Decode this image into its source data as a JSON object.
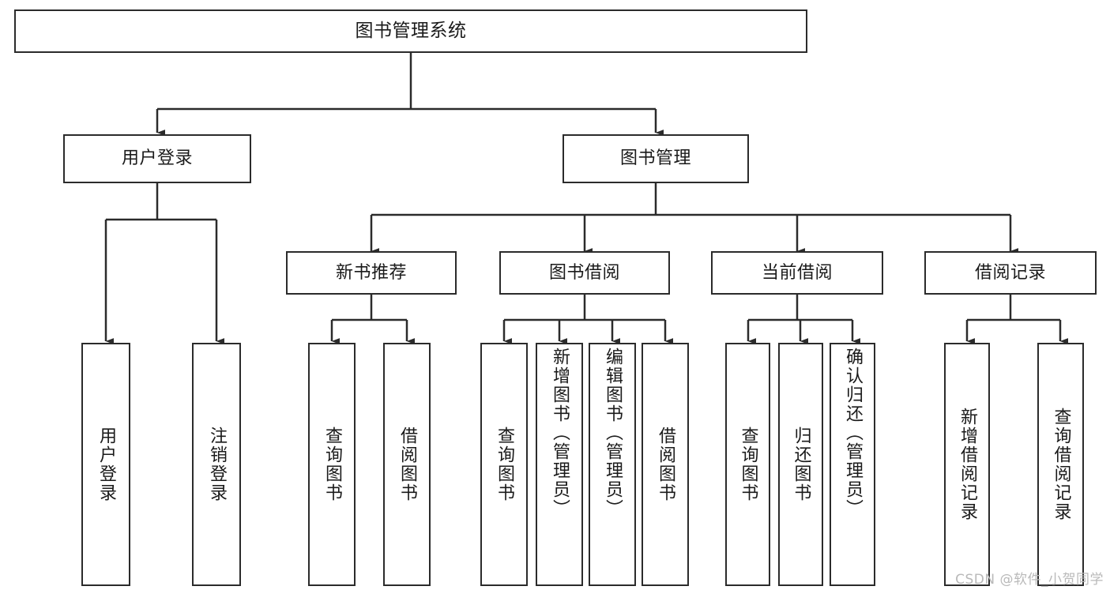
{
  "diagram": {
    "title": "图书管理系统",
    "watermark": "CSDN @软件_小贺同学",
    "stroke_color": "#2b2b2b",
    "fill_color": "#ffffff",
    "text_color": "#1a1a1a",
    "type": "tree-hierarchy",
    "levels": 4
  },
  "root": {
    "label": "图书管理系统"
  },
  "level2": [
    {
      "label": "用户登录"
    },
    {
      "label": "图书管理"
    }
  ],
  "level3": [
    {
      "label": "新书推荐"
    },
    {
      "label": "图书借阅"
    },
    {
      "label": "当前借阅"
    },
    {
      "label": "借阅记录"
    }
  ],
  "leaves": {
    "user_login": [
      {
        "label": "用户登录"
      },
      {
        "label": "注销登录"
      }
    ],
    "new_book_recommend": [
      {
        "label": "查询图书"
      },
      {
        "label": "借阅图书"
      }
    ],
    "book_borrow": [
      {
        "label": "查询图书"
      },
      {
        "label": "新增图书（管理员）"
      },
      {
        "label": "编辑图书（管理员）"
      },
      {
        "label": "借阅图书"
      }
    ],
    "current_borrow": [
      {
        "label": "查询图书"
      },
      {
        "label": "归还图书"
      },
      {
        "label": "确认归还（管理员）"
      }
    ],
    "borrow_record": [
      {
        "label": "新增借阅记录"
      },
      {
        "label": "查询借阅记录"
      }
    ]
  }
}
